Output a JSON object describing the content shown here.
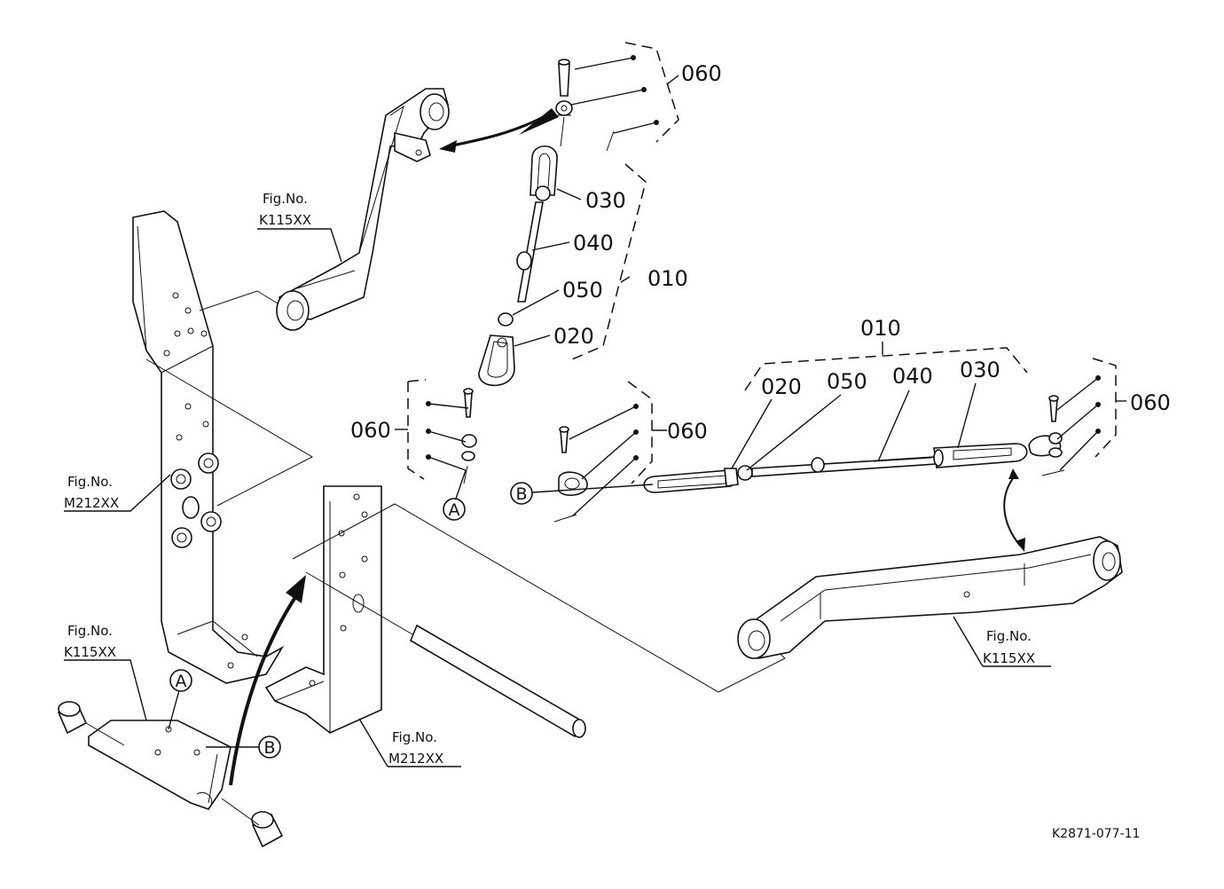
{
  "labels": {
    "top_060": "060",
    "top_030": "030",
    "top_040": "040",
    "top_010": "010",
    "top_050": "050",
    "top_020": "020",
    "left_060": "060",
    "mid_060": "060",
    "right_010": "010",
    "right_020": "020",
    "right_050": "050",
    "right_040": "040",
    "right_030": "030",
    "right_060": "060"
  },
  "fig_refs": {
    "top_left": {
      "title": "Fig.No.",
      "code": "K115XX"
    },
    "left_mid": {
      "title": "Fig.No.",
      "code": "M212XX"
    },
    "bottom_left": {
      "title": "Fig.No.",
      "code": "K115XX"
    },
    "bottom_mid": {
      "title": "Fig.No.",
      "code": "M212XX"
    },
    "right": {
      "title": "Fig.No.",
      "code": "K115XX"
    }
  },
  "ref_markers": {
    "a_top": "A",
    "b_mid": "B",
    "a_bottom": "A",
    "b_bottom": "B"
  },
  "drawing_code": "K2871-077-11"
}
